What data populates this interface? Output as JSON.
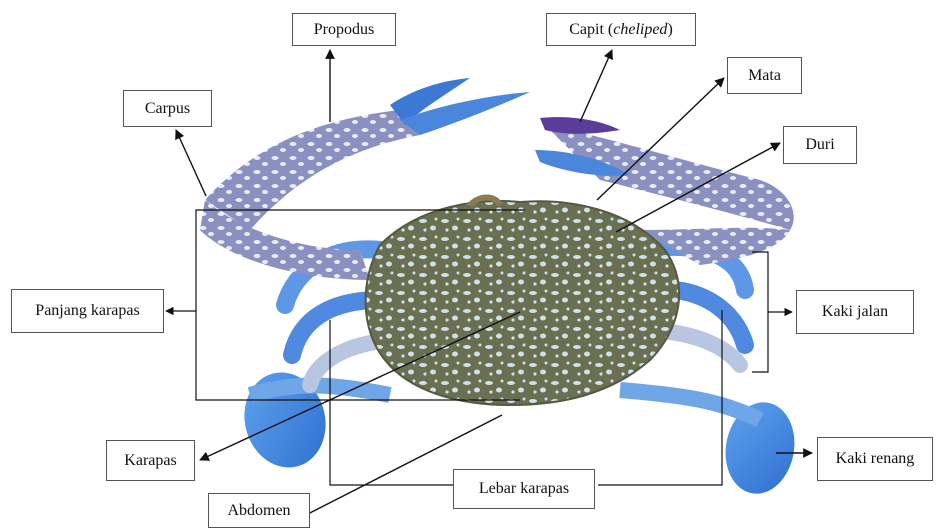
{
  "labels": {
    "propodus": "Propodus",
    "capit_main": "Capit (",
    "capit_italic": "cheliped",
    "capit_close": ")",
    "carpus": "Carpus",
    "mata": "Mata",
    "duri": "Duri",
    "panjang_karapas": "Panjang karapas",
    "kaki_jalan": "Kaki jalan",
    "karapas": "Karapas",
    "kaki_renang": "Kaki renang",
    "lebar_karapas": "Lebar karapas",
    "abdomen": "Abdomen"
  },
  "colors": {
    "claw_blue": "#3f7fd8",
    "claw_tip": "#4a2f8f",
    "shell_olive": "#6e7354",
    "spot": "#cfdfe8",
    "line": "#111111"
  }
}
